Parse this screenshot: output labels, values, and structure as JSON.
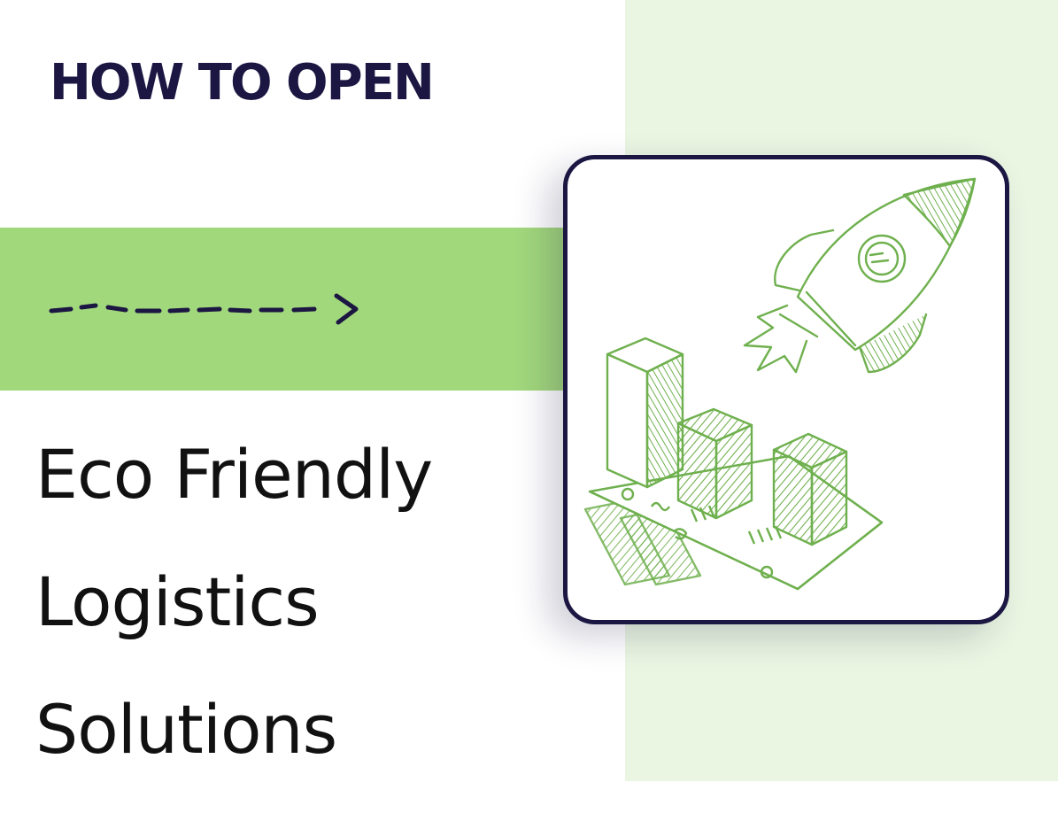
{
  "colors": {
    "navy": "#1b1642",
    "band_green": "#a2d87c",
    "panel_green": "#eaf6e2",
    "sketch_green": "#6fb04e"
  },
  "header": {
    "kicker": "HOW TO OPEN"
  },
  "decor": {
    "arrow_icon": "dashed-arrow-right-icon"
  },
  "title": {
    "lines": [
      "Eco Friendly",
      "Logistics",
      "Solutions"
    ]
  },
  "illustration": {
    "icons": [
      "rocket-icon",
      "bar-chart-icon",
      "money-bills-icon"
    ]
  }
}
